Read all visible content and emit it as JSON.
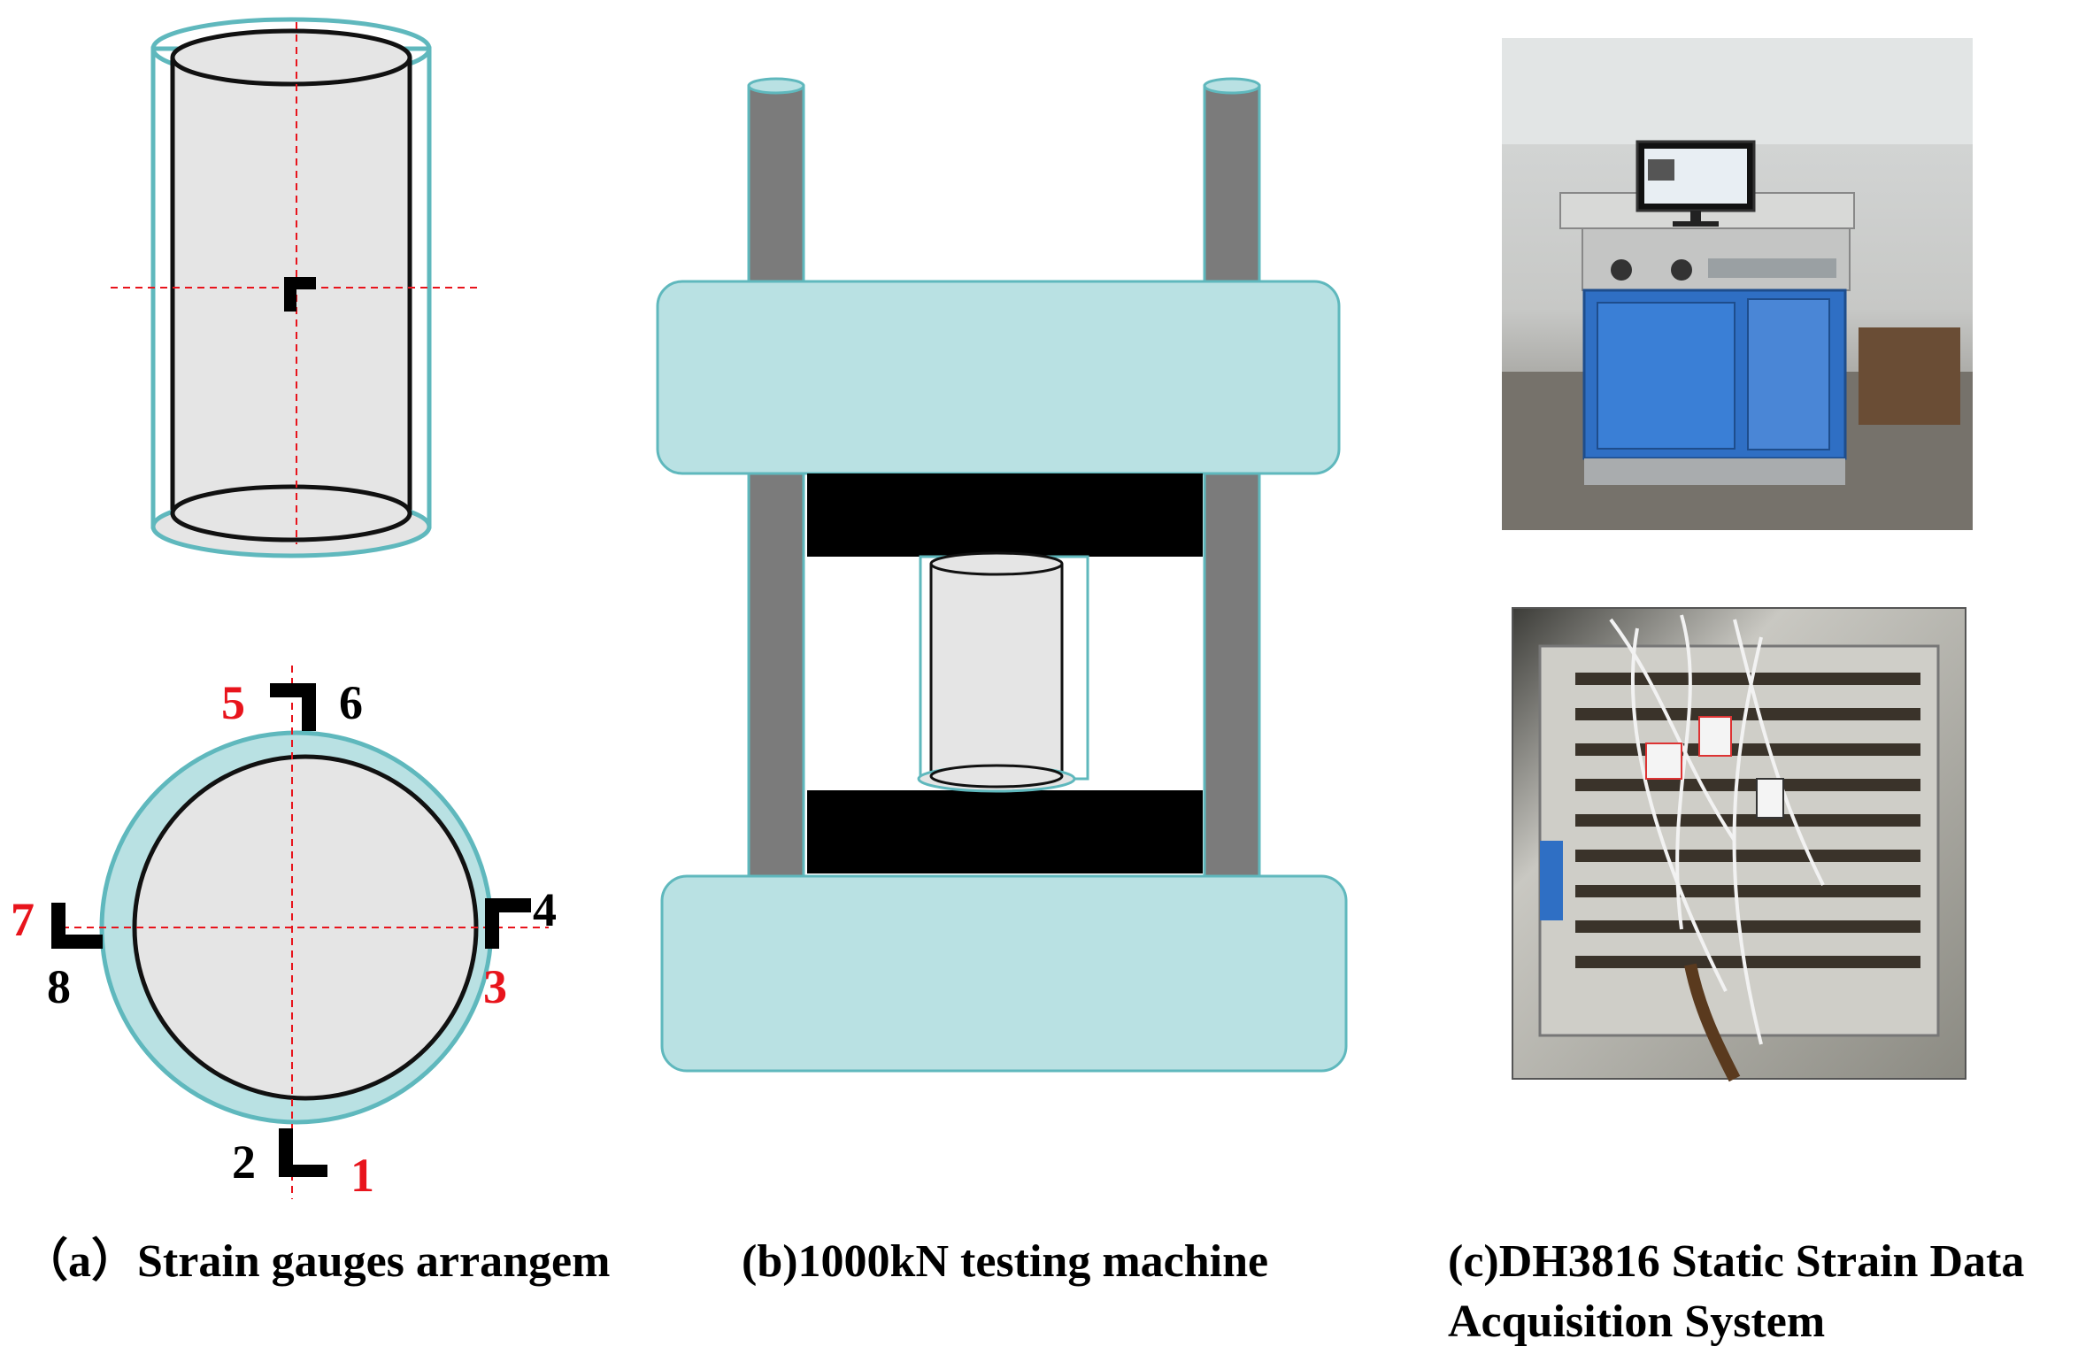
{
  "panel_a": {
    "caption": "（a）Strain gauges arrangem",
    "gauge_labels": [
      {
        "id": "1",
        "text": "1",
        "color": "#e8141c"
      },
      {
        "id": "2",
        "text": "2",
        "color": "#000000"
      },
      {
        "id": "3",
        "text": "3",
        "color": "#e8141c"
      },
      {
        "id": "4",
        "text": "4",
        "color": "#000000"
      },
      {
        "id": "5",
        "text": "5",
        "color": "#e8141c"
      },
      {
        "id": "6",
        "text": "6",
        "color": "#000000"
      },
      {
        "id": "7",
        "text": "7",
        "color": "#e8141c"
      },
      {
        "id": "8",
        "text": "8",
        "color": "#000000"
      }
    ]
  },
  "panel_b": {
    "caption": "(b)1000kN testing machine"
  },
  "panel_c": {
    "caption_line1": "(c)DH3816 Static Strain Data",
    "caption_line2": "Acquisition System"
  },
  "colors": {
    "steel_tube": "#b9e1e3",
    "tube_outline": "#5fb8bd",
    "concrete_core": "#e5e5e5",
    "column": "#7b7b7b",
    "platen": "#000000",
    "centerline": "#e8141c"
  }
}
